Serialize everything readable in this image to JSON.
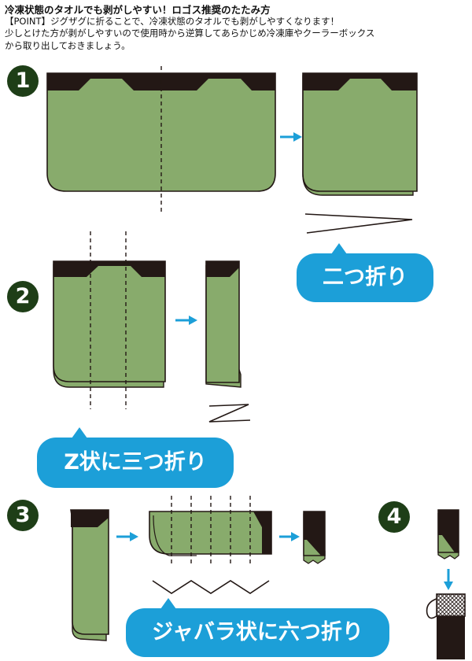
{
  "header": {
    "title": "冷凍状態のタオルでも剥がしやすい！ロゴス推奨のたたみ方",
    "point": "【POINT】ジグザグに折ることで、冷凍状態のタオルでも剥がしやすくなります！",
    "body_line1": "少しとけた方が剥がしやすいので使用時から逆算してあらかじめ冷凍庫やクーラーボックス",
    "body_line2": "から取り出しておきましょう。"
  },
  "steps": {
    "s1": {
      "number": "1",
      "label": "二つ折り"
    },
    "s2": {
      "number": "2",
      "label": "Z状に三つ折り"
    },
    "s3": {
      "number": "3",
      "label": "ジャバラ状に六つ折り"
    },
    "s4": {
      "number": "4"
    }
  },
  "colors": {
    "towel_green": "#88ab6c",
    "band_dark": "#231815",
    "accent_blue": "#1c9fd8",
    "badge_green": "#1e3e17"
  },
  "icons": {
    "arrow": "right-arrow-icon",
    "down_arrow": "down-arrow-icon",
    "bag": "mesh-bag-icon"
  }
}
